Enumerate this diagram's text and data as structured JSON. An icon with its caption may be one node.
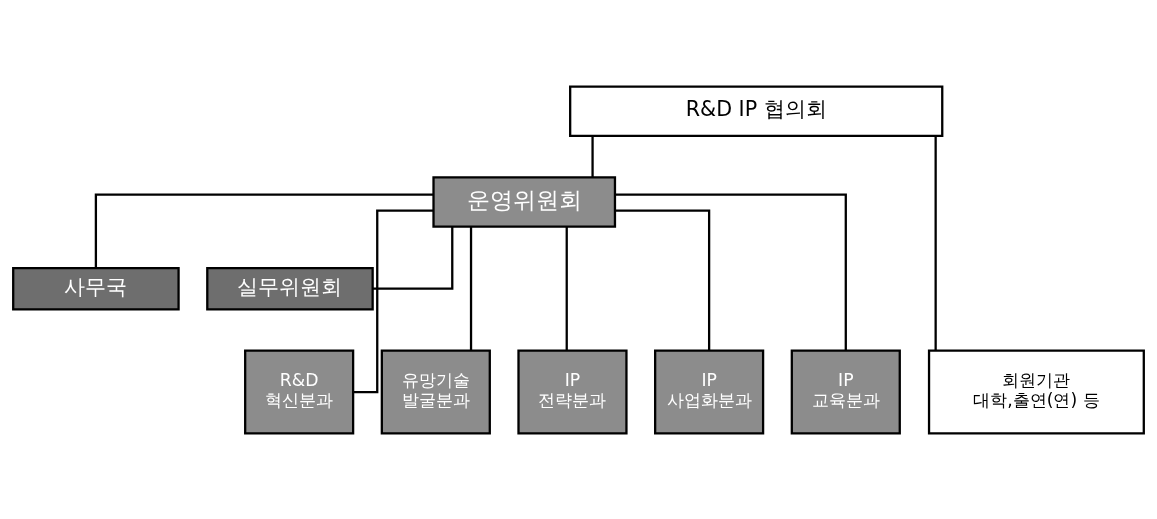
{
  "diagram": {
    "nodes": [
      {
        "text": [
          "R&D IP 협의회"
        ]
      },
      {
        "text": [
          "운영위원회"
        ]
      },
      {
        "text": [
          "사무국"
        ]
      },
      {
        "text": [
          "실무위원회"
        ]
      },
      {
        "text": [
          "R&D 혁신분과"
        ]
      },
      {
        "text": [
          "유망기술 발굴분과"
        ]
      },
      {
        "text": [
          "IP 전략분과"
        ]
      },
      {
        "text": [
          "IP 사업화분과"
        ]
      },
      {
        "text": [
          "IP 교육분과"
        ]
      },
      {
        "text": [
          "회원기관 대학,출연(연) 등"
        ]
      }
    ],
    "edges": [
      {
        "from": 0,
        "to": 1,
        "arrow": "none"
      },
      {
        "from": 1,
        "to": 2,
        "arrow": "none"
      },
      {
        "from": 1,
        "to": 3,
        "arrow": "none"
      },
      {
        "from": 1,
        "to": 4,
        "arrow": "none"
      },
      {
        "from": 1,
        "to": 5,
        "arrow": "none"
      },
      {
        "from": 1,
        "to": 6,
        "arrow": "none"
      },
      {
        "from": 1,
        "to": 7,
        "arrow": "none"
      },
      {
        "from": 1,
        "to": 8,
        "arrow": "none"
      },
      {
        "from": 0,
        "to": 9,
        "arrow": "none"
      }
    ]
  }
}
